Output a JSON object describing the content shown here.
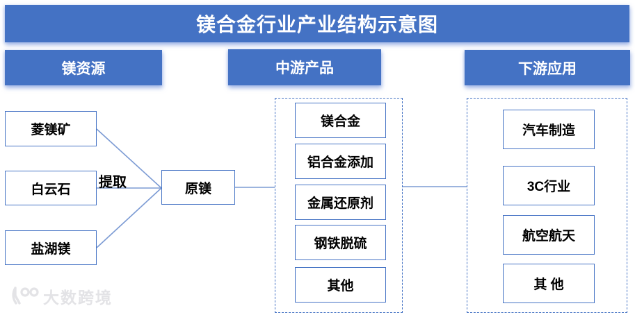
{
  "title": "镁合金行业产业结构示意图",
  "columns": {
    "resources": {
      "header": "镁资源",
      "items": [
        "菱镁矿",
        "白云石",
        "盐湖镁"
      ]
    },
    "midstream": {
      "header": "中游产品",
      "items": [
        "镁合金",
        "铝合金添加",
        "金属还原剂",
        "钢铁脱硫",
        "其他"
      ]
    },
    "downstream": {
      "header": "下游应用",
      "items": [
        "汽车制造",
        "3C行业",
        "航空航天",
        "其 他"
      ]
    }
  },
  "process": {
    "extract_label": "提取",
    "primary_node": "原镁"
  },
  "watermark": {
    "text": "大数跨境"
  },
  "colors": {
    "header_blue": "#4472C4",
    "border_blue": "#4472C4",
    "connector_blue": "#7C9BD4"
  }
}
